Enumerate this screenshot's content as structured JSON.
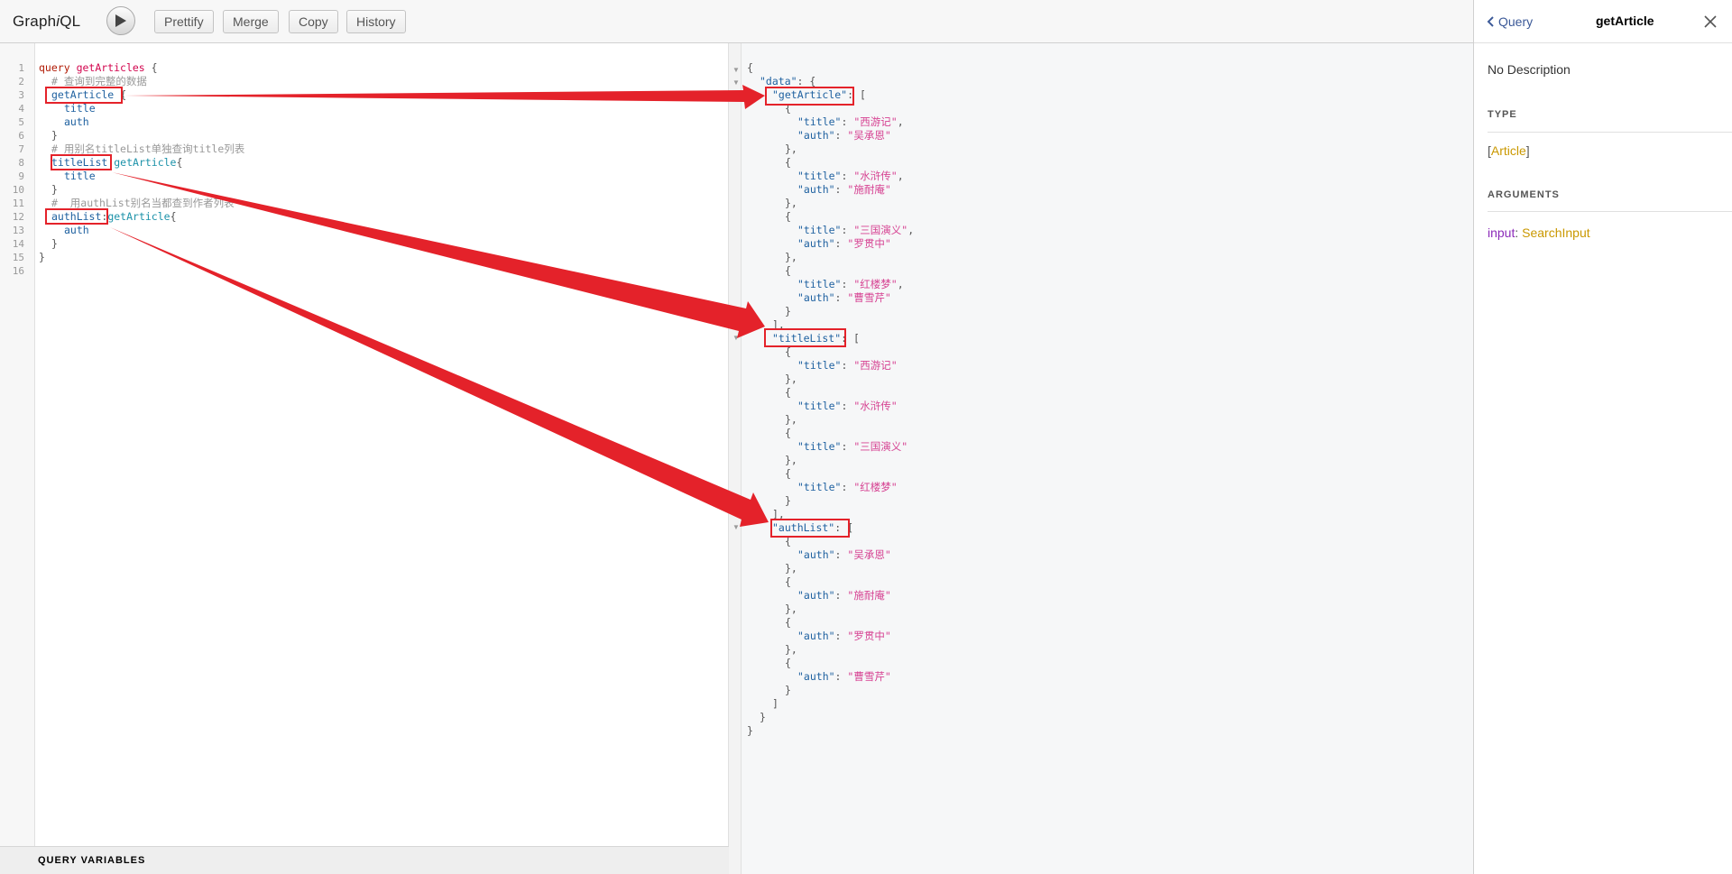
{
  "topbar": {
    "logo_prefix": "Graph",
    "logo_italic": "i",
    "logo_suffix": "QL",
    "buttons": [
      "Prettify",
      "Merge",
      "Copy",
      "History"
    ]
  },
  "editor": {
    "line_numbers": [
      "1",
      "2",
      "3",
      "4",
      "5",
      "6",
      "7",
      "8",
      "9",
      "10",
      "11",
      "12",
      "13",
      "14",
      "15",
      "16"
    ],
    "lines": {
      "l1_kw": "query",
      "l1_name": "getArticles",
      "l1_brace": "{",
      "l2_comment": "# 查询到完整的数据",
      "l3_field": "getArticle",
      "l3_brace": "{",
      "l4": "title",
      "l5": "auth",
      "l6": "}",
      "l7_comment": "# 用别名titleList单独查询title列表",
      "l8_alias": "titleList",
      "l8_colon": ":",
      "l8_field": "getArticle",
      "l8_brace": "{",
      "l9": "title",
      "l10": "}",
      "l11_comment": "#  用authList别名当都查到作者列表",
      "l12_alias": "authList",
      "l12_colon": ":",
      "l12_field": "getArticle",
      "l12_brace": "{",
      "l13": "auth",
      "l14": "}",
      "l15": "}"
    },
    "query_variables_label": "QUERY VARIABLES"
  },
  "result": {
    "open_brace": "{",
    "data_key": "\"data\"",
    "colon_brace": ": {",
    "getArticle_key": "\"getArticle\"",
    "titleList_key": "\"titleList\"",
    "authList_key": "\"authList\"",
    "title_key": "\"title\"",
    "auth_key": "\"auth\"",
    "articles": [
      {
        "title": "\"西游记\"",
        "auth": "\"吴承恩\""
      },
      {
        "title": "\"水浒传\"",
        "auth": "\"施耐庵\""
      },
      {
        "title": "\"三国演义\"",
        "auth": "\"罗贯中\""
      },
      {
        "title": "\"红楼梦\"",
        "auth": "\"曹雪芹\""
      }
    ]
  },
  "docs": {
    "back_label": "Query",
    "title": "getArticle",
    "description": "No Description",
    "type_section": "TYPE",
    "type_open": "[",
    "type_name": "Article",
    "type_close": "]",
    "args_section": "ARGUMENTS",
    "arg_name": "input",
    "arg_colon": ": ",
    "arg_type": "SearchInput"
  },
  "colors": {
    "annotation": "#e4222a",
    "docs_link": "#3B5998",
    "type_link": "#CA9800"
  }
}
